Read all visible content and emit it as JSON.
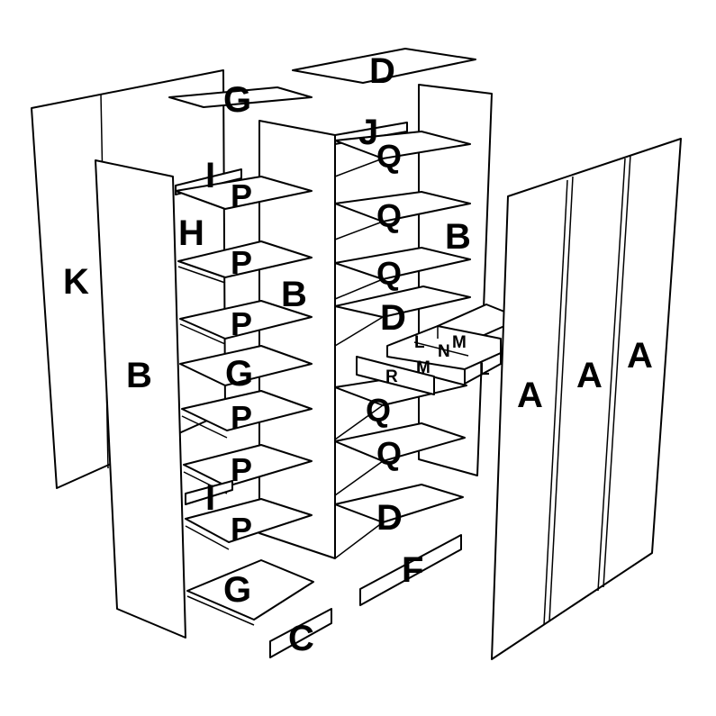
{
  "diagram": {
    "labels": {
      "A1": "A",
      "A2": "A",
      "A3": "A",
      "B_left": "B",
      "B_middle": "B",
      "B_right": "B",
      "C": "C",
      "D_top": "D",
      "D_mid": "D",
      "D_low": "D",
      "F": "F",
      "G_top": "G",
      "G_mid": "G",
      "G_low": "G",
      "H": "H",
      "I_top": "I",
      "I_low": "I",
      "J": "J",
      "K": "K",
      "L1": "L",
      "L2": "L",
      "M1": "M",
      "M2": "M",
      "N": "N",
      "P1": "P",
      "P2": "P",
      "P3": "P",
      "P4": "P",
      "P5": "P",
      "P6": "P",
      "Q1": "Q",
      "Q2": "Q",
      "Q3": "Q",
      "Q4": "Q",
      "Q5": "Q",
      "R": "R"
    }
  }
}
